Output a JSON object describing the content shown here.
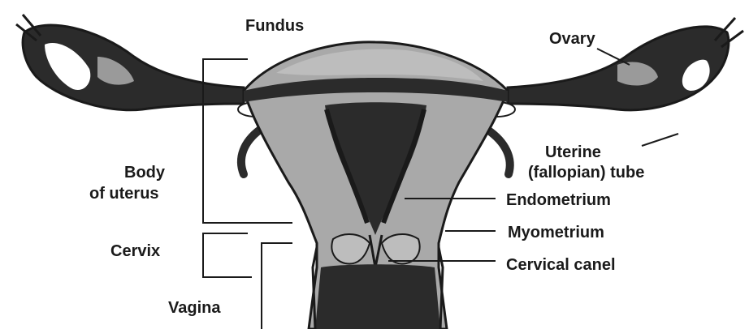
{
  "diagram": {
    "labels": {
      "fundus": "Fundus",
      "ovary": "Ovary",
      "body_line1": "Body",
      "body_line2": "of uterus",
      "uterine_line1": "Uterine",
      "uterine_line2": "(fallopian) tube",
      "endometrium": "Endometrium",
      "myometrium": "Myometrium",
      "cervix": "Cervix",
      "cervical_canal": "Cervical canel",
      "vagina": "Vagina"
    },
    "colors": {
      "outline": "#1a1a1a",
      "tissue_gray": "#a9a9a9",
      "tissue_light": "#bdbdbd",
      "cavity_dark": "#2b2b2b",
      "label_text": "#1a1a1a"
    }
  }
}
